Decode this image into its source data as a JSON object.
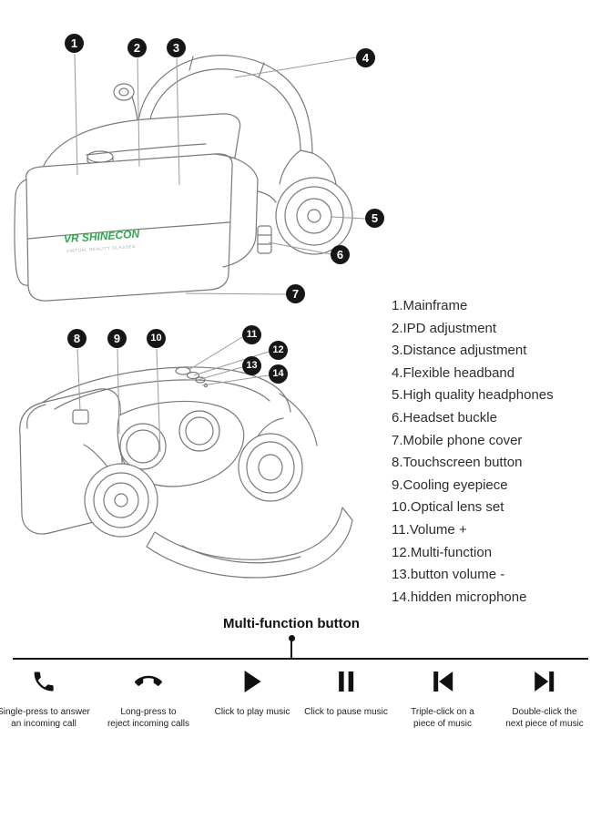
{
  "brand": {
    "name": "VR SHINECON",
    "tagline": "VIRTUAL REALITY GLASSES",
    "color": "#2fa84f"
  },
  "callouts": [
    "1",
    "2",
    "3",
    "4",
    "5",
    "6",
    "7",
    "8",
    "9",
    "10",
    "11",
    "12",
    "13",
    "14"
  ],
  "legend": {
    "items": [
      "1.Mainframe",
      "2.IPD adjustment",
      "3.Distance adjustment",
      "4.Flexible headband",
      "5.High quality headphones",
      "6.Headset buckle",
      "7.Mobile phone cover",
      "8.Touchscreen button",
      "9.Cooling eyepiece",
      "10.Optical lens set",
      "11.Volume +",
      "12.Multi-function",
      "13.button volume -",
      "14.hidden microphone"
    ]
  },
  "multi_function": {
    "title": "Multi-function button",
    "items": [
      {
        "icon": "answer-call-icon",
        "line1": "Single-press to answer",
        "line2": "an incoming call"
      },
      {
        "icon": "reject-call-icon",
        "line1": "Long-press to",
        "line2": "reject incoming calls"
      },
      {
        "icon": "play-icon",
        "line1": "Click to play music",
        "line2": ""
      },
      {
        "icon": "pause-icon",
        "line1": "Click to pause music",
        "line2": ""
      },
      {
        "icon": "previous-track-icon",
        "line1": "Triple-click on a",
        "line2": "piece of music"
      },
      {
        "icon": "next-track-icon",
        "line1": "Double-click the",
        "line2": "next piece of music"
      }
    ]
  }
}
